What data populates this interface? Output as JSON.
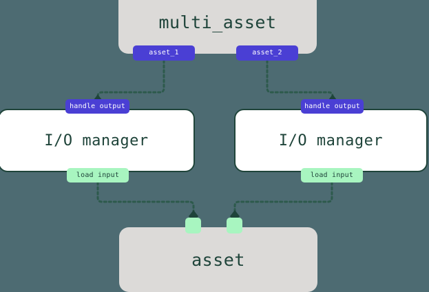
{
  "diagram": {
    "background_color": "#4d6b72",
    "accent_colors": {
      "group_box": "#dcdad8",
      "io_box": "#ffffff",
      "io_border": "#1f443a",
      "output_badge": "#4a3fd4",
      "input_badge": "#a8f5c0",
      "text": "#1f443a",
      "edge": "#2d5a4c"
    },
    "nodes": {
      "multi_asset": {
        "label": "multi_asset"
      },
      "io_manager_left": {
        "label": "I/O manager"
      },
      "io_manager_right": {
        "label": "I/O manager"
      },
      "asset": {
        "label": "asset"
      }
    },
    "badges": {
      "asset_1": {
        "label": "asset_1"
      },
      "asset_2": {
        "label": "asset_2"
      },
      "handle_output_left": {
        "label": "handle output"
      },
      "handle_output_right": {
        "label": "handle output"
      },
      "load_input_left": {
        "label": "load input"
      },
      "load_input_right": {
        "label": "load input"
      },
      "asset_input_left": {
        "label": ""
      },
      "asset_input_right": {
        "label": ""
      }
    },
    "edges": [
      {
        "from": "asset_1",
        "to": "handle_output_left",
        "style": "dotted",
        "arrow": "diamond"
      },
      {
        "from": "asset_2",
        "to": "handle_output_right",
        "style": "dotted",
        "arrow": "diamond"
      },
      {
        "from": "load_input_left",
        "to": "asset_input_left",
        "style": "dotted",
        "arrow": "diamond"
      },
      {
        "from": "load_input_right",
        "to": "asset_input_right",
        "style": "dotted",
        "arrow": "diamond"
      }
    ]
  }
}
